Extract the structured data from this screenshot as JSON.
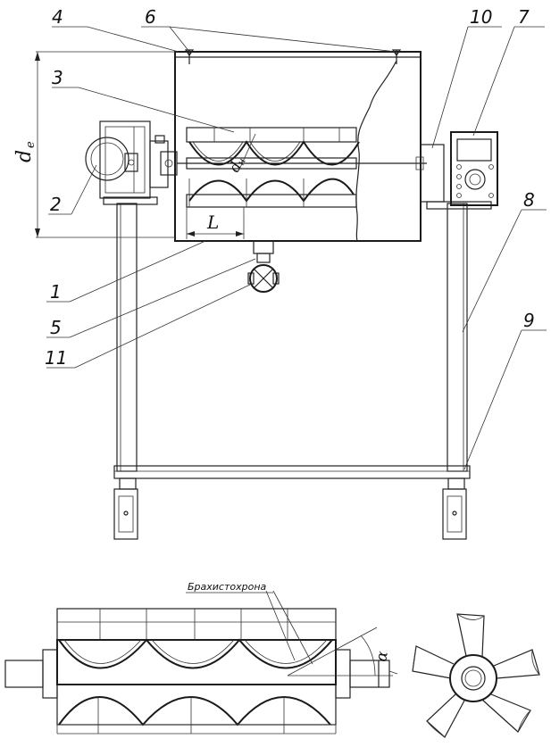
{
  "labels": {
    "n1": "1",
    "n2": "2",
    "n3": "3",
    "n4": "4",
    "n5": "5",
    "n6": "6",
    "n7": "7",
    "n8": "8",
    "n9": "9",
    "n10": "10",
    "n11": "11"
  },
  "dimensions": {
    "de": "d",
    "de_sub": "e",
    "L": "L",
    "dn": "d",
    "dn_sub": "н",
    "alpha": "α"
  },
  "annotations": {
    "brachistochrone": "Брахистохрона"
  }
}
